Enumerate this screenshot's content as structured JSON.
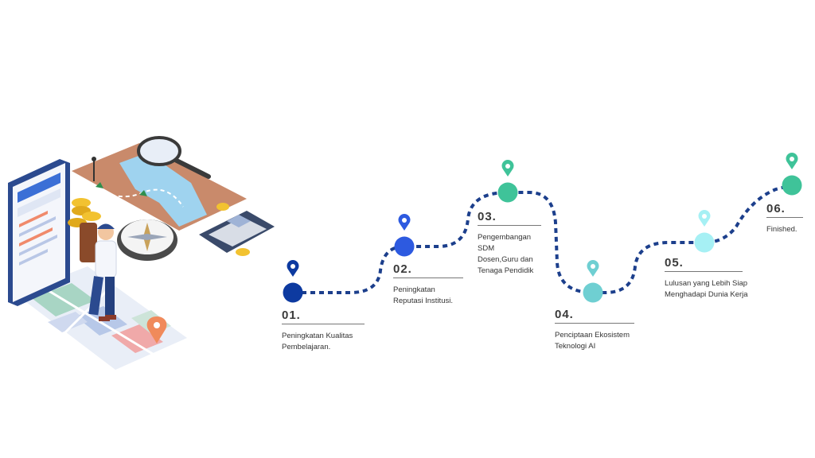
{
  "roadmap": {
    "steps": [
      {
        "number": "01.",
        "text": "Peningkatan Kualitas\nPembelajaran.",
        "color": "#0d3aa0"
      },
      {
        "number": "02.",
        "text": "Peningkatan\nReputasi Institusi.",
        "color": "#2d5ae0"
      },
      {
        "number": "03.",
        "text": "Pengembangan\nSDM\nDosen,Guru dan\nTenaga Pendidik",
        "color": "#3fc399"
      },
      {
        "number": "04.",
        "text": "Penciptaan Ekosistem\nTeknologi AI",
        "color": "#6fcfd2"
      },
      {
        "number": "05.",
        "text": "Lulusan yang Lebih Siap\nMenghadapi Dunia Kerja",
        "color": "#a6f0f4"
      },
      {
        "number": "06.",
        "text": "Finished.",
        "color": "#3fc399"
      }
    ],
    "path_color": "#1c3f8c"
  },
  "illustration": {
    "icons": [
      "phone-map-icon",
      "treasure-map-icon",
      "magnifier-icon",
      "coins-icon",
      "compass-icon",
      "calculator-icon",
      "traveler-icon",
      "location-pin-icon"
    ]
  }
}
